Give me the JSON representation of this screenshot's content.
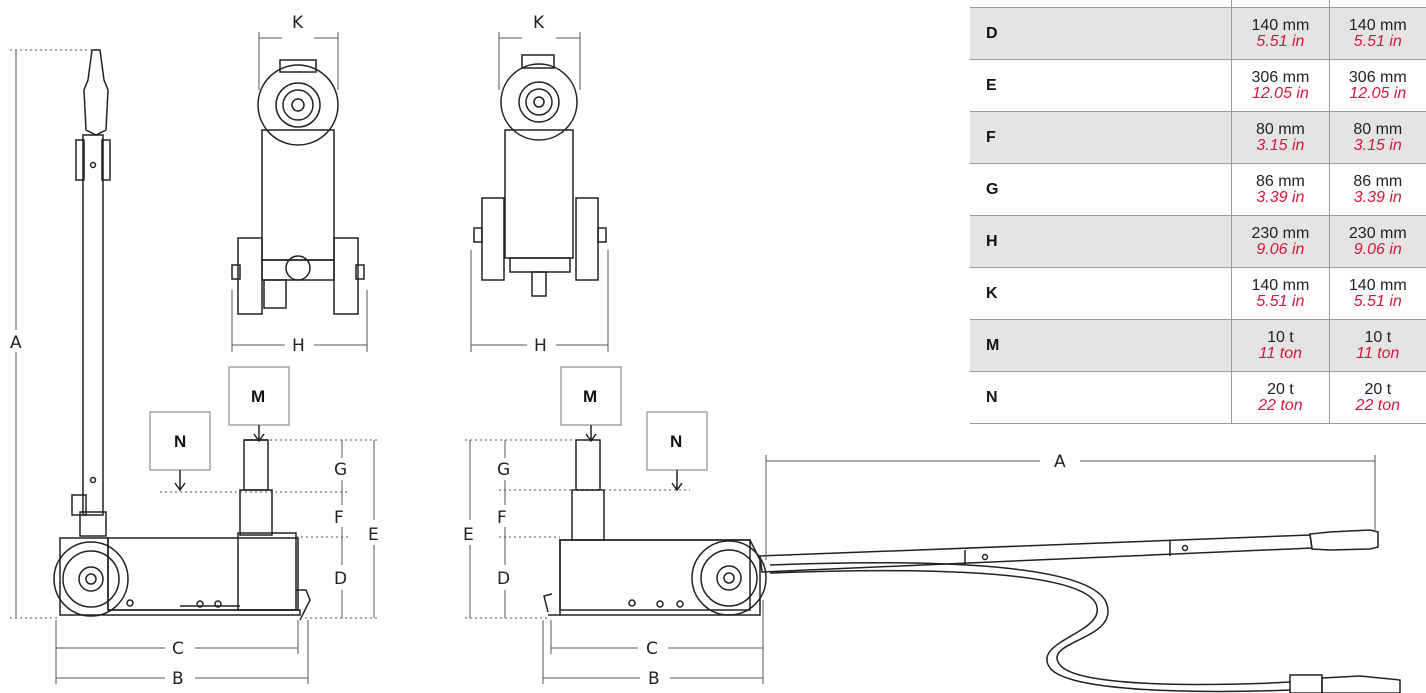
{
  "dimension_labels": {
    "a": "A",
    "b": "B",
    "c": "C",
    "d": "D",
    "e": "E",
    "f": "F",
    "g": "G",
    "h": "H",
    "k": "K",
    "m": "M",
    "n": "N"
  },
  "spec_table": {
    "rows": [
      {
        "key": "D",
        "col1": {
          "metric": "140 mm",
          "imperial": "5.51 in"
        },
        "col2": {
          "metric": "140 mm",
          "imperial": "5.51 in"
        }
      },
      {
        "key": "E",
        "col1": {
          "metric": "306 mm",
          "imperial": "12.05 in"
        },
        "col2": {
          "metric": "306 mm",
          "imperial": "12.05 in"
        }
      },
      {
        "key": "F",
        "col1": {
          "metric": "80 mm",
          "imperial": "3.15 in"
        },
        "col2": {
          "metric": "80 mm",
          "imperial": "3.15 in"
        }
      },
      {
        "key": "G",
        "col1": {
          "metric": "86 mm",
          "imperial": "3.39 in"
        },
        "col2": {
          "metric": "86 mm",
          "imperial": "3.39 in"
        }
      },
      {
        "key": "H",
        "col1": {
          "metric": "230 mm",
          "imperial": "9.06 in"
        },
        "col2": {
          "metric": "230 mm",
          "imperial": "9.06 in"
        }
      },
      {
        "key": "K",
        "col1": {
          "metric": "140 mm",
          "imperial": "5.51 in"
        },
        "col2": {
          "metric": "140 mm",
          "imperial": "5.51 in"
        }
      },
      {
        "key": "M",
        "col1": {
          "metric": "10 t",
          "imperial": "11 ton"
        },
        "col2": {
          "metric": "10 t",
          "imperial": "11 ton"
        }
      },
      {
        "key": "N",
        "col1": {
          "metric": "20 t",
          "imperial": "22 ton"
        },
        "col2": {
          "metric": "20 t",
          "imperial": "22 ton"
        }
      }
    ]
  },
  "colors": {
    "line": "#222222",
    "dimension": "#555555",
    "imperial_text": "#d6183a",
    "row_shade": "#e4e4e4"
  }
}
